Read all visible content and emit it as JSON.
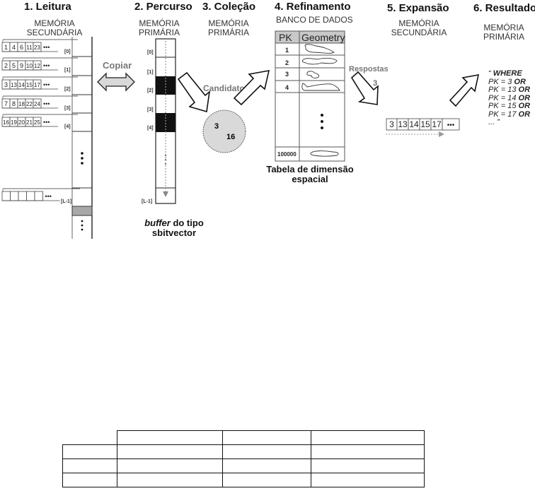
{
  "steps": [
    {
      "title": "1. Leitura",
      "memory": [
        "MEMÓRIA",
        "SECUNDÁRIA"
      ]
    },
    {
      "title": "2. Percurso",
      "memory": [
        "MEMÓRIA",
        "PRIMÁRIA"
      ]
    },
    {
      "title": "3. Coleção",
      "memory": [
        "MEMÓRIA",
        "PRIMÁRIA"
      ]
    },
    {
      "title": "4. Refinamento",
      "memory": [
        "BANCO DE DADOS"
      ]
    },
    {
      "title": "5. Expansão",
      "memory": [
        "MEMÓRIA",
        "SECUNDÁRIA"
      ]
    },
    {
      "title": "6. Resultado",
      "memory": [
        "MEMÓRIA",
        "PRIMÁRIA"
      ]
    }
  ],
  "leitura": {
    "lists": [
      {
        "index": "[0]",
        "values": [
          "1",
          "4",
          "6",
          "11",
          "23",
          "•••"
        ]
      },
      {
        "index": "[1]",
        "values": [
          "2",
          "5",
          "9",
          "10",
          "12",
          "•••"
        ]
      },
      {
        "index": "[2]",
        "values": [
          "3",
          "13",
          "14",
          "15",
          "17",
          "•••"
        ]
      },
      {
        "index": "[3]",
        "values": [
          "7",
          "8",
          "18",
          "22",
          "24",
          "•••"
        ]
      },
      {
        "index": "[4]",
        "values": [
          "16",
          "19",
          "20",
          "21",
          "25",
          "•••"
        ]
      },
      {
        "index": "[L-1]",
        "values": [
          "",
          "",
          "",
          "",
          "",
          "•••"
        ]
      }
    ]
  },
  "arrows": {
    "copy": "Copiar",
    "candidates": "Candidatos",
    "answers": "Respostas",
    "answers_value": "3"
  },
  "percurso": {
    "indices": [
      "[0]",
      "[1]",
      "[2]",
      "[3]",
      "[4]",
      "[L-1]"
    ],
    "set_bits": [
      "[2]",
      "[4]"
    ],
    "caption_italic": "buffer",
    "caption_rest": " do tipo",
    "caption_line2": "sbitvector"
  },
  "colecao": {
    "values": [
      "3",
      "16"
    ]
  },
  "refinamento": {
    "headers": [
      "PK",
      "Geometry"
    ],
    "rows": [
      "1",
      "2",
      "3",
      "4",
      "100000"
    ],
    "caption": [
      "Tabela de dimensão",
      "espacial"
    ]
  },
  "expansao": {
    "values": [
      "3",
      "13",
      "14",
      "15",
      "17",
      "•••"
    ]
  },
  "resultado": {
    "lines": [
      {
        "text": "“ ",
        "bold": "WHERE"
      },
      {
        "text": "PK = 3 ",
        "bold": "OR"
      },
      {
        "text": "PK = 13 ",
        "bold": "OR"
      },
      {
        "text": "PK = 14 ",
        "bold": "OR"
      },
      {
        "text": "PK = 15 ",
        "bold": "OR"
      },
      {
        "text": "PK = 17 ",
        "bold": "OR"
      },
      {
        "text": "... ”",
        "bold": ""
      }
    ]
  },
  "bottom_table": {
    "rows": [
      [
        "",
        "",
        "",
        ""
      ],
      [
        "",
        "",
        "",
        ""
      ],
      [
        "",
        "",
        "",
        ""
      ],
      [
        "",
        "",
        "",
        ""
      ]
    ]
  }
}
